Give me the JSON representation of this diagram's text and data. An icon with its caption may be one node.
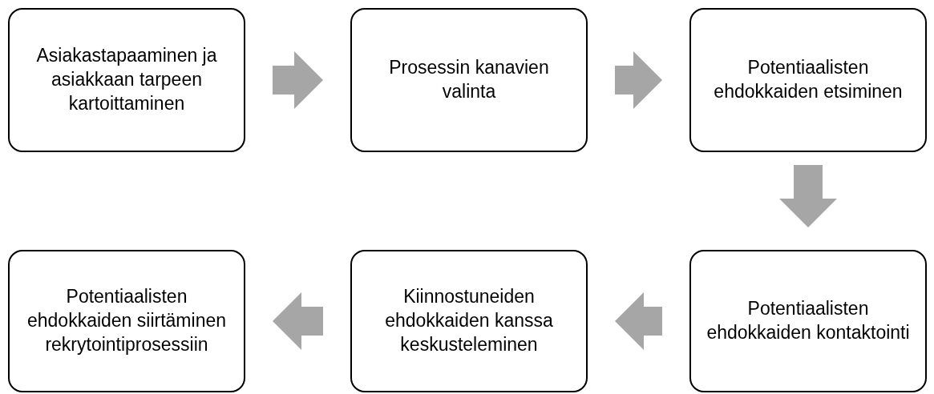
{
  "diagram": {
    "nodes": [
      {
        "text": [
          "Asiakastapaaminen ja asiakkaan tarpeen kartoittaminen"
        ]
      },
      {
        "text": [
          "Prosessin kanavien valinta"
        ]
      },
      {
        "text": [
          "Potentiaalisten ehdokkaiden etsiminen"
        ]
      },
      {
        "text": [
          "Potentiaalisten ehdokkaiden kontaktointi"
        ]
      },
      {
        "text": [
          "Kiinnostuneiden ehdokkaiden kanssa keskusteleminen"
        ]
      },
      {
        "text": [
          "Potentiaalisten ehdokkaiden siirtäminen rekrytointiprosessiin"
        ]
      }
    ],
    "edges": [
      {
        "from": 0,
        "to": 1,
        "arrow": "to"
      },
      {
        "from": 1,
        "to": 2,
        "arrow": "to"
      },
      {
        "from": 2,
        "to": 3,
        "arrow": "to"
      },
      {
        "from": 3,
        "to": 4,
        "arrow": "to"
      },
      {
        "from": 4,
        "to": 5,
        "arrow": "to"
      }
    ]
  }
}
